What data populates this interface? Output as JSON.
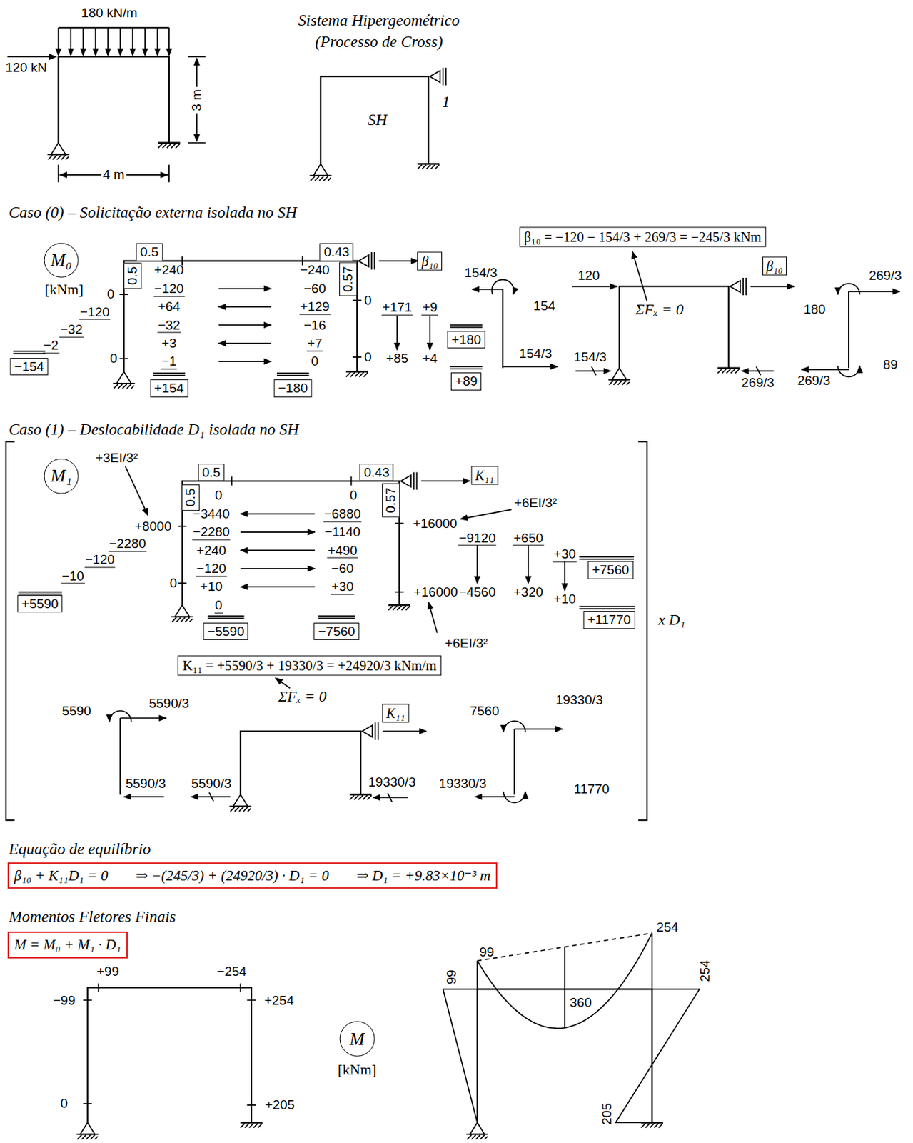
{
  "diagram": {
    "nodes": [
      {
        "text": [
          "M₀"
        ]
      },
      {
        "text": [
          "0.5"
        ]
      },
      {
        "text": [
          "0.5"
        ]
      },
      {
        "text": [
          "0.43"
        ]
      },
      {
        "text": [
          "0.57"
        ]
      },
      {
        "text": [
          "β₁₀"
        ]
      },
      {
        "text": [
          "+154"
        ]
      },
      {
        "text": [
          "−180"
        ]
      },
      {
        "text": [
          "−154"
        ]
      },
      {
        "text": [
          "+180"
        ]
      },
      {
        "text": [
          "+89"
        ]
      },
      {
        "text": [
          "β₁₀ = −120 − 154/3 + 269/3 = −245/3 kNm"
        ]
      },
      {
        "text": [
          "β₁₀"
        ]
      },
      {
        "text": [
          "M₁"
        ]
      },
      {
        "text": [
          "0.5"
        ]
      },
      {
        "text": [
          "0.5"
        ]
      },
      {
        "text": [
          "0.43"
        ]
      },
      {
        "text": [
          "0.57"
        ]
      },
      {
        "text": [
          "K₁₁"
        ]
      },
      {
        "text": [
          "+7560"
        ]
      },
      {
        "text": [
          "+11770"
        ]
      },
      {
        "text": [
          "+5590"
        ]
      },
      {
        "text": [
          "−5590"
        ]
      },
      {
        "text": [
          "−7560"
        ]
      },
      {
        "text": [
          "K₁₁ = +5590/3 + 19330/3 = +24920/3 kNm/m"
        ]
      },
      {
        "text": [
          "K₁₁"
        ]
      },
      {
        "text": [
          "β₁₀ + K₁₁D₁ = 0",
          "⇒ −(245/3) + (24920/3) · D₁ = 0",
          "⇒ D₁ = +9.83×10⁻³ m"
        ]
      },
      {
        "text": [
          "M = M₀ + M₁ · D₁"
        ]
      },
      {
        "text": [
          "M"
        ]
      }
    ],
    "labels": [
      "180 kN/m",
      "120 kN",
      "3 m",
      "4 m",
      "Sistema Hipergeométrico",
      "(Processo de Cross)",
      "SH",
      "1",
      "Caso (0) – Solicitação externa isolada no SH",
      "[kNm]",
      "+240",
      "−120",
      "+64",
      "−32",
      "+3",
      "−1",
      "−240",
      "−60",
      "+129",
      "−16",
      "+7",
      "0",
      "0",
      "−120",
      "−32",
      "−2",
      "0",
      "0",
      "+171",
      "+9",
      "0",
      "+85",
      "+4",
      "154/3",
      "154",
      "154/3",
      "120",
      "154/3",
      "ΣFₓ = 0",
      "269/3",
      "180",
      "89",
      "269/3",
      "269/3",
      "Caso (1) – Deslocabilidade D₁ isolada no SH",
      "+3EI/3²",
      "+8000",
      "−2280",
      "−120",
      "−10",
      "0",
      "0",
      "−3440",
      "−2280",
      "+240",
      "−120",
      "+10",
      "0",
      "0",
      "−6880",
      "−1140",
      "+490",
      "−60",
      "+30",
      "+6EI/3²",
      "+16000",
      "−9120",
      "+650",
      "+30",
      "+16000",
      "−4560",
      "+320",
      "+10",
      "+6EI/3²",
      "x D₁",
      "5590",
      "5590/3",
      "5590/3",
      "5590/3",
      "ΣFₓ = 0",
      "19330/3",
      "7560",
      "19330/3",
      "19330/3",
      "11770",
      "Equação de equilíbrio",
      "Momentos Fletores Finais",
      "+99",
      "−254",
      "−99",
      "+254",
      "0",
      "+205",
      "[kNm]",
      "99",
      "99",
      "360",
      "254",
      "254",
      "205"
    ]
  }
}
